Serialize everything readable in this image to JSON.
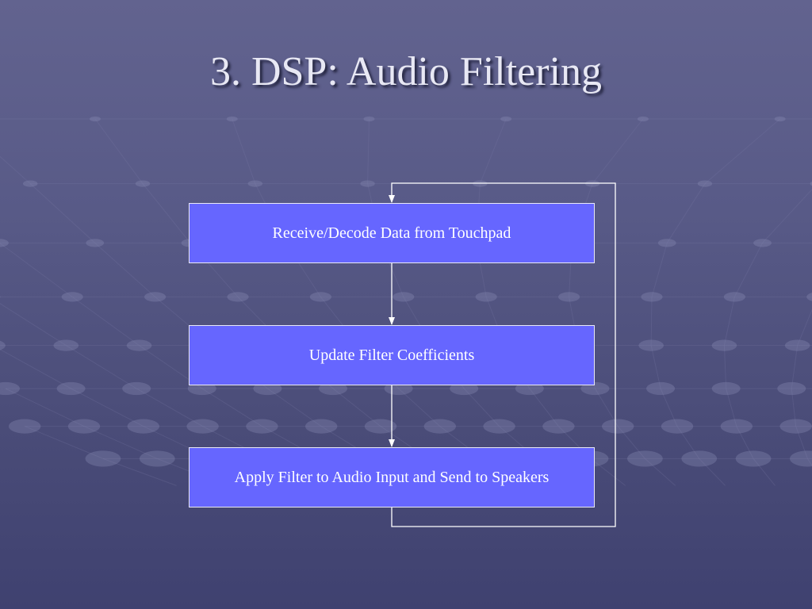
{
  "slide": {
    "title": "3. DSP: Audio Filtering"
  },
  "flowchart": {
    "steps": [
      {
        "label": "Receive/Decode Data from Touchpad"
      },
      {
        "label": "Update Filter Coefficients"
      },
      {
        "label": "Apply Filter to Audio Input and Send to Speakers"
      }
    ],
    "loop_back": true
  },
  "colors": {
    "box_fill": "#6666ff",
    "box_border": "#e8e8f8",
    "connector": "#ffffff",
    "title_text": "#e8e8f4"
  }
}
